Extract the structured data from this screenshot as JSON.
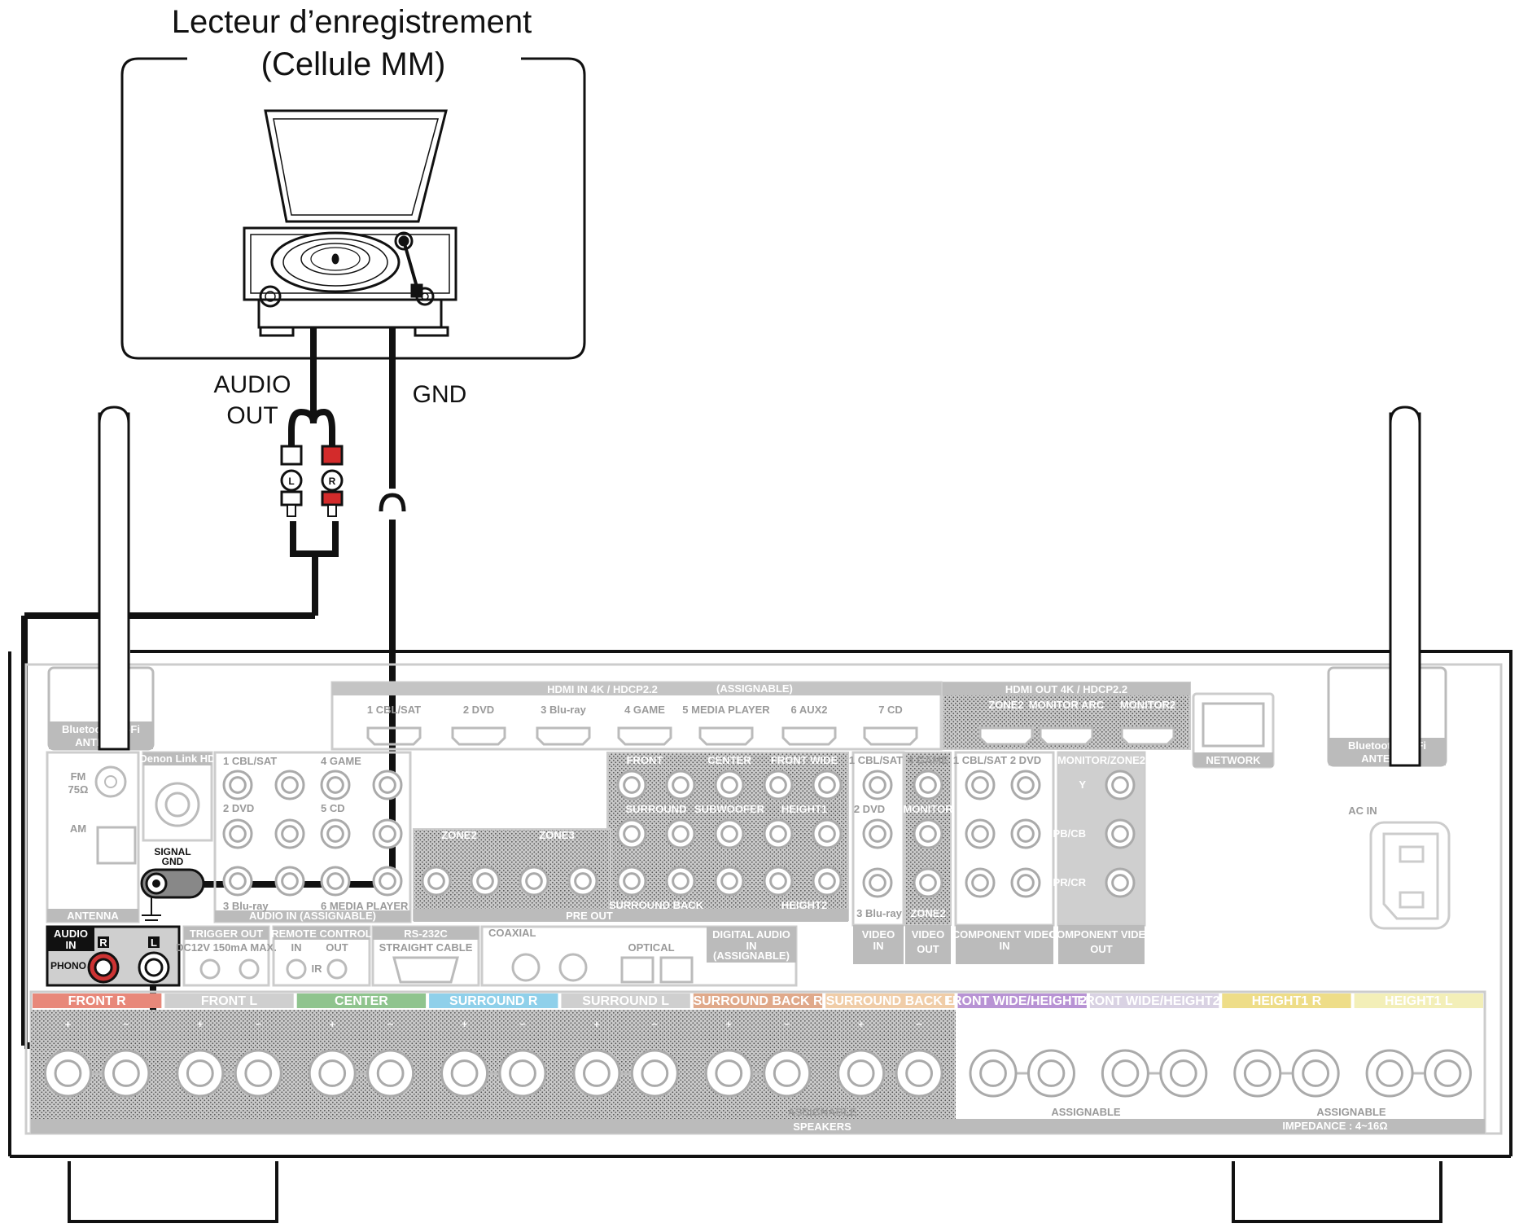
{
  "device": {
    "title_line1": "Lecteur d’enregistrement",
    "title_line2": "(Cellule MM)"
  },
  "cables": {
    "audio_out_line1": "AUDIO",
    "audio_out_line2": "OUT",
    "gnd": "GND",
    "plug_l": "L",
    "plug_r": "R"
  },
  "receiver": {
    "bt_antenna": "Bluetooth/Wi-Fi",
    "antenna_word": "ANTENNA",
    "hdmi_in_title": "HDMI  IN  4K / HDCP2.2",
    "assignable_small": "(ASSIGNABLE)",
    "hdmi_in_ports": [
      "1 CBL/SAT",
      "2 DVD",
      "3 Blu-ray",
      "4 GAME",
      "5 MEDIA PLAYER",
      "6 AUX2",
      "7 CD"
    ],
    "hdmi_out_title": "HDMI  OUT  4K / HDCP2.2",
    "hdmi_out_ports": [
      "ZONE2",
      "MONITOR ARC",
      "MONITOR2"
    ],
    "network": "NETWORK",
    "fm": "FM",
    "ohm75": "75Ω",
    "am": "AM",
    "antenna_label": "ANTENNA",
    "denon_link": "Denon Link HD",
    "signal_gnd_1": "SIGNAL",
    "signal_gnd_2": "GND",
    "audio_in_ports": [
      "1 CBL/SAT",
      "4 GAME",
      "2 DVD",
      "5 CD",
      "3 Blu-ray",
      "6 MEDIA PLAYER"
    ],
    "audio_in_label": "AUDIO  IN  (ASSIGNABLE)",
    "pre_out_labels": [
      "FRONT",
      "CENTER",
      "FRONT WIDE",
      "SURROUND",
      "SUBWOOFER",
      "HEIGHT1",
      "ZONE2",
      "ZONE3",
      "SURROUND BACK",
      "HEIGHT2"
    ],
    "pre_out": "PRE OUT",
    "video_in_ports": [
      "1 CBL/SAT",
      "4 GAME",
      "2 DVD",
      "MONITOR",
      "3 Blu-ray",
      "ZONE2"
    ],
    "video_in": "VIDEO",
    "video_in_sub": "IN",
    "video_out": "VIDEO",
    "video_out_sub": "OUT",
    "component_in_ports": [
      "1 CBL/SAT",
      "2 DVD"
    ],
    "component_in": "COMPONENT VIDEO",
    "component_in_sub": "IN",
    "component_monitor": "MONITOR/ZONE2",
    "component_out_labels": [
      "Y",
      "PB/CB",
      "PR/CR"
    ],
    "component_out": "COMPONENT VIDEO",
    "component_out_sub": "OUT",
    "ac_in": "AC IN",
    "phono_title": "AUDIO",
    "phono_in": "IN",
    "phono": "PHONO",
    "phono_r": "R",
    "phono_l": "L",
    "trigger_out": "TRIGGER OUT",
    "trigger_spec": "DC12V 150mA MAX.",
    "remote_control": "REMOTE CONTROL",
    "remote_in": "IN",
    "remote_out": "OUT",
    "remote_ir": "IR",
    "rs232c": "RS-232C",
    "straight_cable": "STRAIGHT CABLE",
    "coaxial": "COAXIAL",
    "optical": "OPTICAL",
    "digital_audio": "DIGITAL AUDIO",
    "digital_in": "IN",
    "speakers": "SPEAKERS",
    "impedance": "IMPEDANCE : 4~16Ω",
    "assignable": "ASSIGNABLE",
    "speaker_groups": [
      {
        "label": "FRONT R",
        "color": "#e8887a"
      },
      {
        "label": "FRONT L",
        "color": "#cfcfcf"
      },
      {
        "label": "CENTER",
        "color": "#8fc48e"
      },
      {
        "label": "SURROUND R",
        "color": "#8fd0ea"
      },
      {
        "label": "SURROUND L",
        "color": "#cfcfcf"
      },
      {
        "label": "SURROUND BACK R",
        "color": "#e0a98a"
      },
      {
        "label": "SURROUND BACK L",
        "color": "#f0cda8"
      },
      {
        "label": "FRONT WIDE/HEIGHT2 R",
        "color": "#b893d4"
      },
      {
        "label": "FRONT WIDE/HEIGHT2 L",
        "color": "#d9d2e3"
      },
      {
        "label": "HEIGHT1 R",
        "color": "#eedd88"
      },
      {
        "label": "HEIGHT1 L",
        "color": "#f3efb8"
      }
    ]
  }
}
